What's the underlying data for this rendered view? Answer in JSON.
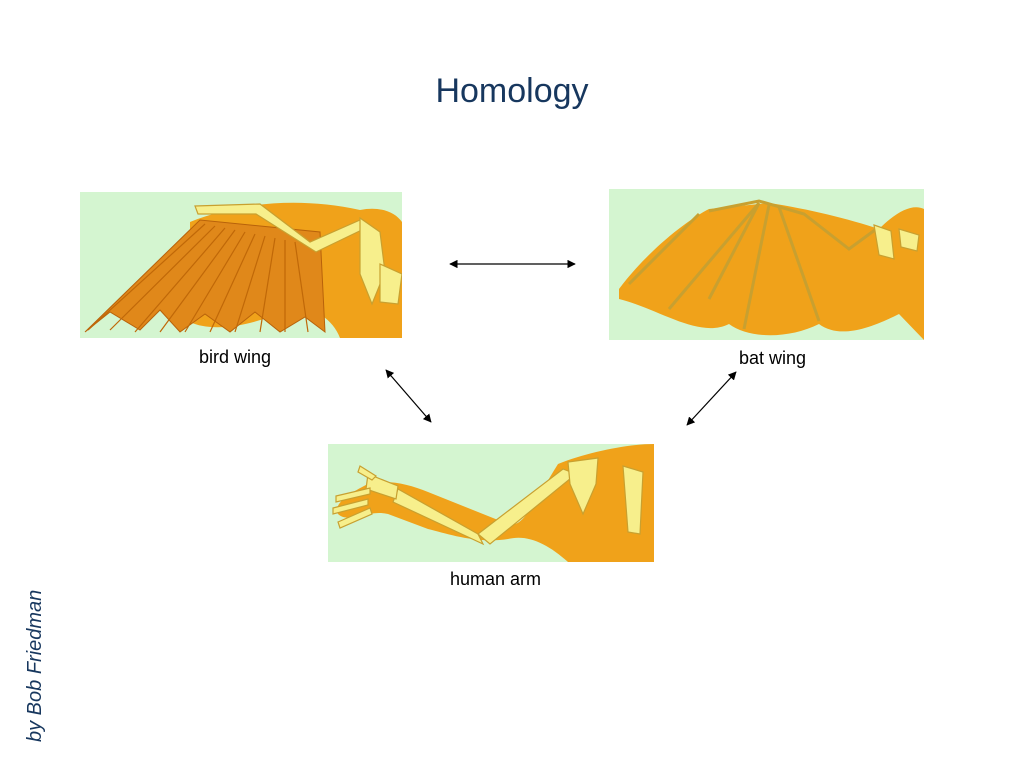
{
  "title": "Homology",
  "panels": {
    "bird": {
      "caption": "bird wing"
    },
    "bat": {
      "caption": "bat wing"
    },
    "human": {
      "caption": "human arm"
    }
  },
  "credit": "by Bob Friedman",
  "colors": {
    "title": "#17375e",
    "panel_bg": "#d4f5d0",
    "flesh": "#f0a21a",
    "flesh_dark": "#e08a10",
    "bone": "#f7ef8c",
    "feather": "#e0881a"
  }
}
